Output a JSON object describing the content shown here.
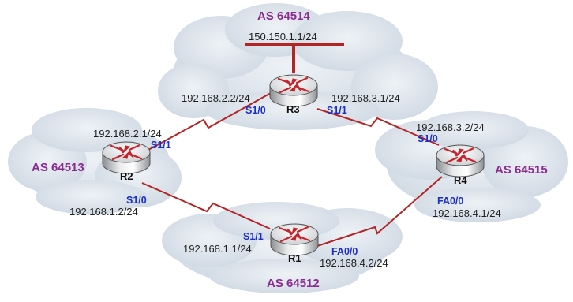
{
  "colors": {
    "link": "#b32424",
    "as_label": "#8a2b8f",
    "interface_label": "#1a2fc8",
    "cloud_fill": "#dde4ec",
    "router_arrow": "#c4242a"
  },
  "autonomous_systems": {
    "top": "AS 64514",
    "left": "AS 64513",
    "right": "AS 64515",
    "bottom": "AS 64512"
  },
  "routers": {
    "r1": "R1",
    "r2": "R2",
    "r3": "R3",
    "r4": "R4"
  },
  "r3": {
    "lan_ip": "150.150.1.1/24",
    "ip_left": "192.168.2.2/24",
    "ip_right": "192.168.3.1/24",
    "intf_left": "S1/0",
    "intf_right": "S1/1"
  },
  "r2": {
    "ip_top": "192.168.2.1/24",
    "intf_top": "S1/1",
    "intf_bottom": "S1/0",
    "ip_bottom": "192.168.1.2/24"
  },
  "r4": {
    "ip_top": "192.168.3.2/24",
    "intf_top": "S1/0",
    "intf_bottom": "FA0/0",
    "ip_bottom": "192.168.4.1/24"
  },
  "r1": {
    "intf_left": "S1/1",
    "ip_left": "192.168.1.1/24",
    "intf_right": "FA0/0",
    "ip_right": "192.168.4.2/24"
  }
}
